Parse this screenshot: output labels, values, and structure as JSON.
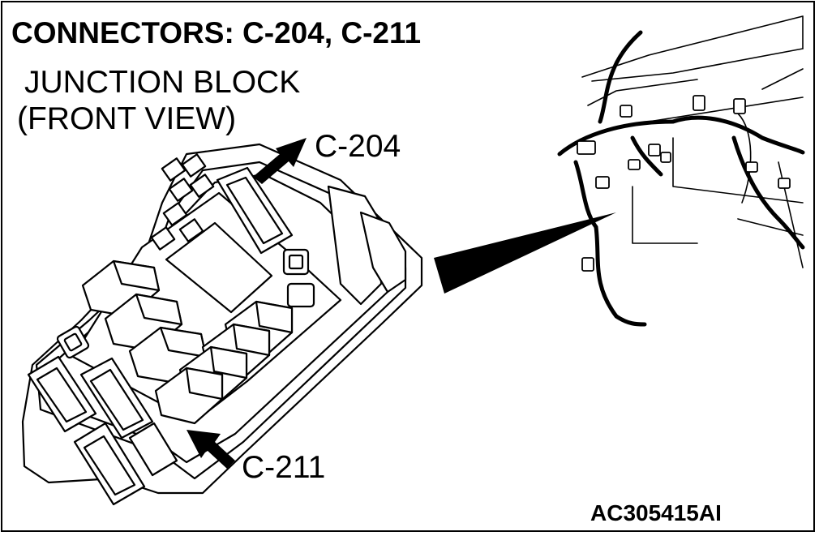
{
  "title": "CONNECTORS: C-204, C-211",
  "subtitle_line1": "JUNCTION BLOCK",
  "subtitle_line2": "(FRONT VIEW)",
  "callouts": {
    "c204": "C-204",
    "c211": "C-211"
  },
  "figure_code": "AC305415AI",
  "colors": {
    "ink": "#000000",
    "paper": "#ffffff"
  },
  "icons": [
    "junction-block-illustration",
    "dashboard-harness-illustration",
    "pointer-arrow"
  ]
}
